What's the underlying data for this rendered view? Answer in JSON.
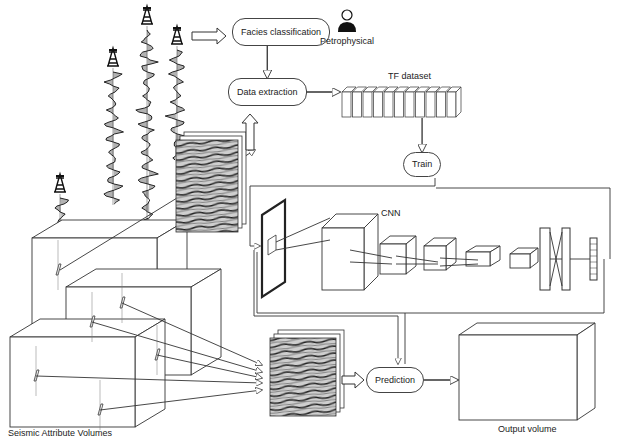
{
  "diagram": {
    "nodes": [
      {
        "text": [
          "Facies classification"
        ]
      },
      {
        "text": [
          "Data extraction"
        ]
      },
      {
        "text": [
          "TF dataset"
        ]
      },
      {
        "text": [
          "Train"
        ]
      },
      {
        "text": [
          "Prediction"
        ]
      },
      {
        "text": [
          "Output volume"
        ]
      }
    ],
    "edges": [
      {
        "from": 0,
        "to": 1,
        "arrow": "to"
      },
      {
        "from": 1,
        "to": 2,
        "arrow": "to"
      },
      {
        "from": 2,
        "to": 3,
        "arrow": "to"
      },
      {
        "from": 4,
        "to": 5,
        "arrow": "to"
      }
    ],
    "labels": [
      "Petrophysical",
      "CNN",
      "Seismic Attribute Volumes"
    ]
  }
}
